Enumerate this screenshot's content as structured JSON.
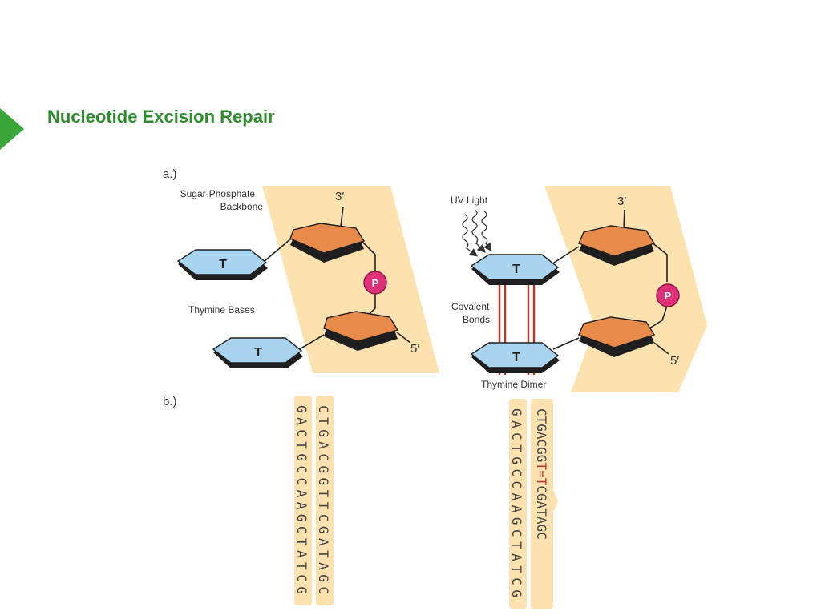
{
  "slide": {
    "title": "Nucleotide Excision Repair"
  },
  "colors": {
    "title_green": "#2e8b2e",
    "band": "#fde2b0",
    "base_fill": "#a8d4ef",
    "sugar_fill": "#e88a4a",
    "phosphate_fill": "#e0307a",
    "bond_red": "#b03a2e"
  },
  "panel_a": {
    "label": "a.)",
    "left": {
      "backbone_label_line1": "Sugar-Phosphate",
      "backbone_label_line2": "Backbone",
      "prime3": "3′",
      "prime5": "5′",
      "base_top": "T",
      "base_bottom": "T",
      "phosphate": "P",
      "bases_label": "Thymine Bases"
    },
    "right": {
      "uv_label": "UV Light",
      "covalent_line1": "Covalent",
      "covalent_line2": "Bonds",
      "prime3": "3′",
      "prime5": "5′",
      "base_top": "T",
      "base_bottom": "T",
      "phosphate": "P",
      "dimer_label": "Thymine Dimer"
    }
  },
  "panel_b": {
    "label": "b.)",
    "left_strand_1": "GACTGCCAAGCTATCG",
    "left_strand_2": "CTGACGGTTCGATAGC",
    "right_strand_1": "GACTGCCAAGCTATCG",
    "right_strand_2_before": "CTGACGG",
    "right_strand_2_dimer": "T=T",
    "right_strand_2_after": "CGATAGC"
  }
}
